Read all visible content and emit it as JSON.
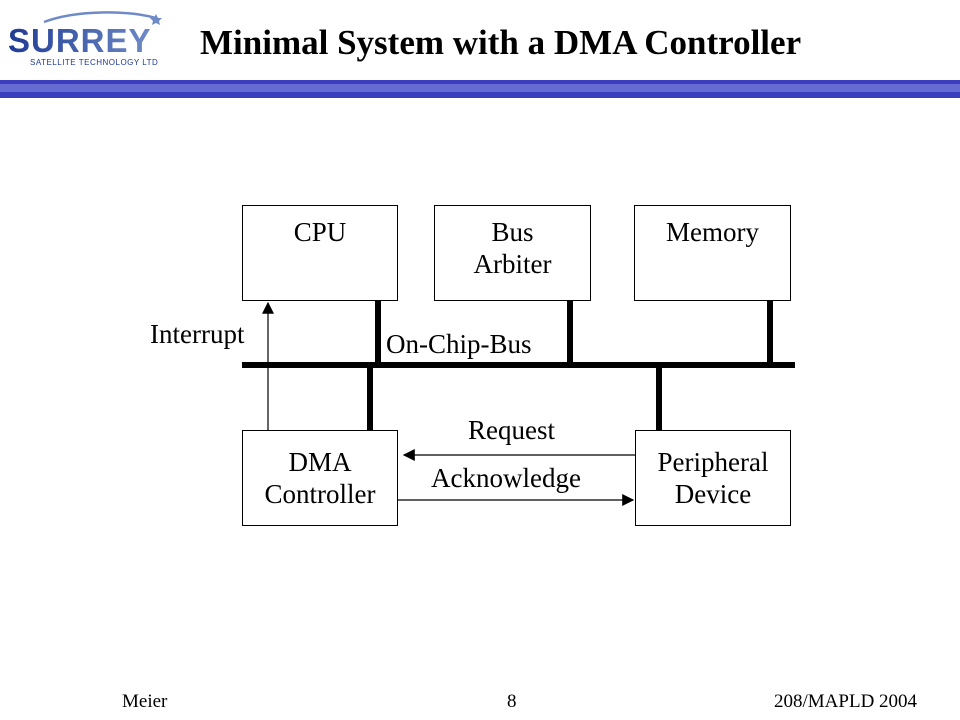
{
  "header": {
    "logo": {
      "word": "SURREY",
      "tagline": "SATELLITE TECHNOLOGY LTD",
      "colors": {
        "primary": "#1f3a93",
        "secondary": "#6f8bc7"
      }
    },
    "title": "Minimal System with a DMA Controller",
    "bar_colors": {
      "main": "#3b3fbf",
      "accent": "#8a8fe0"
    }
  },
  "diagram": {
    "blocks": {
      "cpu": {
        "lines": [
          "CPU"
        ]
      },
      "bus_arbiter": {
        "lines": [
          "Bus",
          "Arbiter"
        ]
      },
      "memory": {
        "lines": [
          "Memory"
        ]
      },
      "dma_controller": {
        "lines": [
          "DMA",
          "Controller"
        ]
      },
      "peripheral_device": {
        "lines": [
          "Peripheral",
          "Device"
        ]
      }
    },
    "labels": {
      "interrupt": "Interrupt",
      "bus": "On-Chip-Bus",
      "request": "Request",
      "acknowledge": "Acknowledge"
    }
  },
  "footer": {
    "author": "Meier",
    "page_number": "8",
    "reference": "208/MAPLD 2004"
  }
}
